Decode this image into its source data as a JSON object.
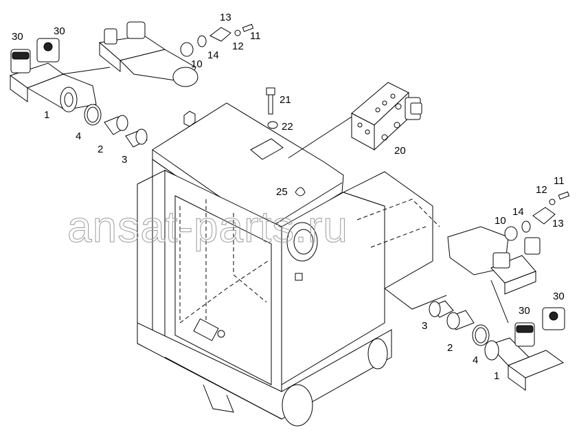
{
  "watermark": "ansat-parts.ru",
  "labels": {
    "p30a": "30",
    "p30b": "30",
    "p1a": "1",
    "p4a": "4",
    "p2a": "2",
    "p3a": "3",
    "p13a": "13",
    "p11a": "11",
    "p12a": "12",
    "p14a": "14",
    "p10a": "10",
    "p21": "21",
    "p22": "22",
    "p20": "20",
    "p25": "25",
    "p11b": "11",
    "p12b": "12",
    "p14b": "14",
    "p10b": "10",
    "p13b": "13",
    "p30c": "30",
    "p30d": "30",
    "p3b": "3",
    "p2b": "2",
    "p4b": "4",
    "p1b": "1"
  }
}
